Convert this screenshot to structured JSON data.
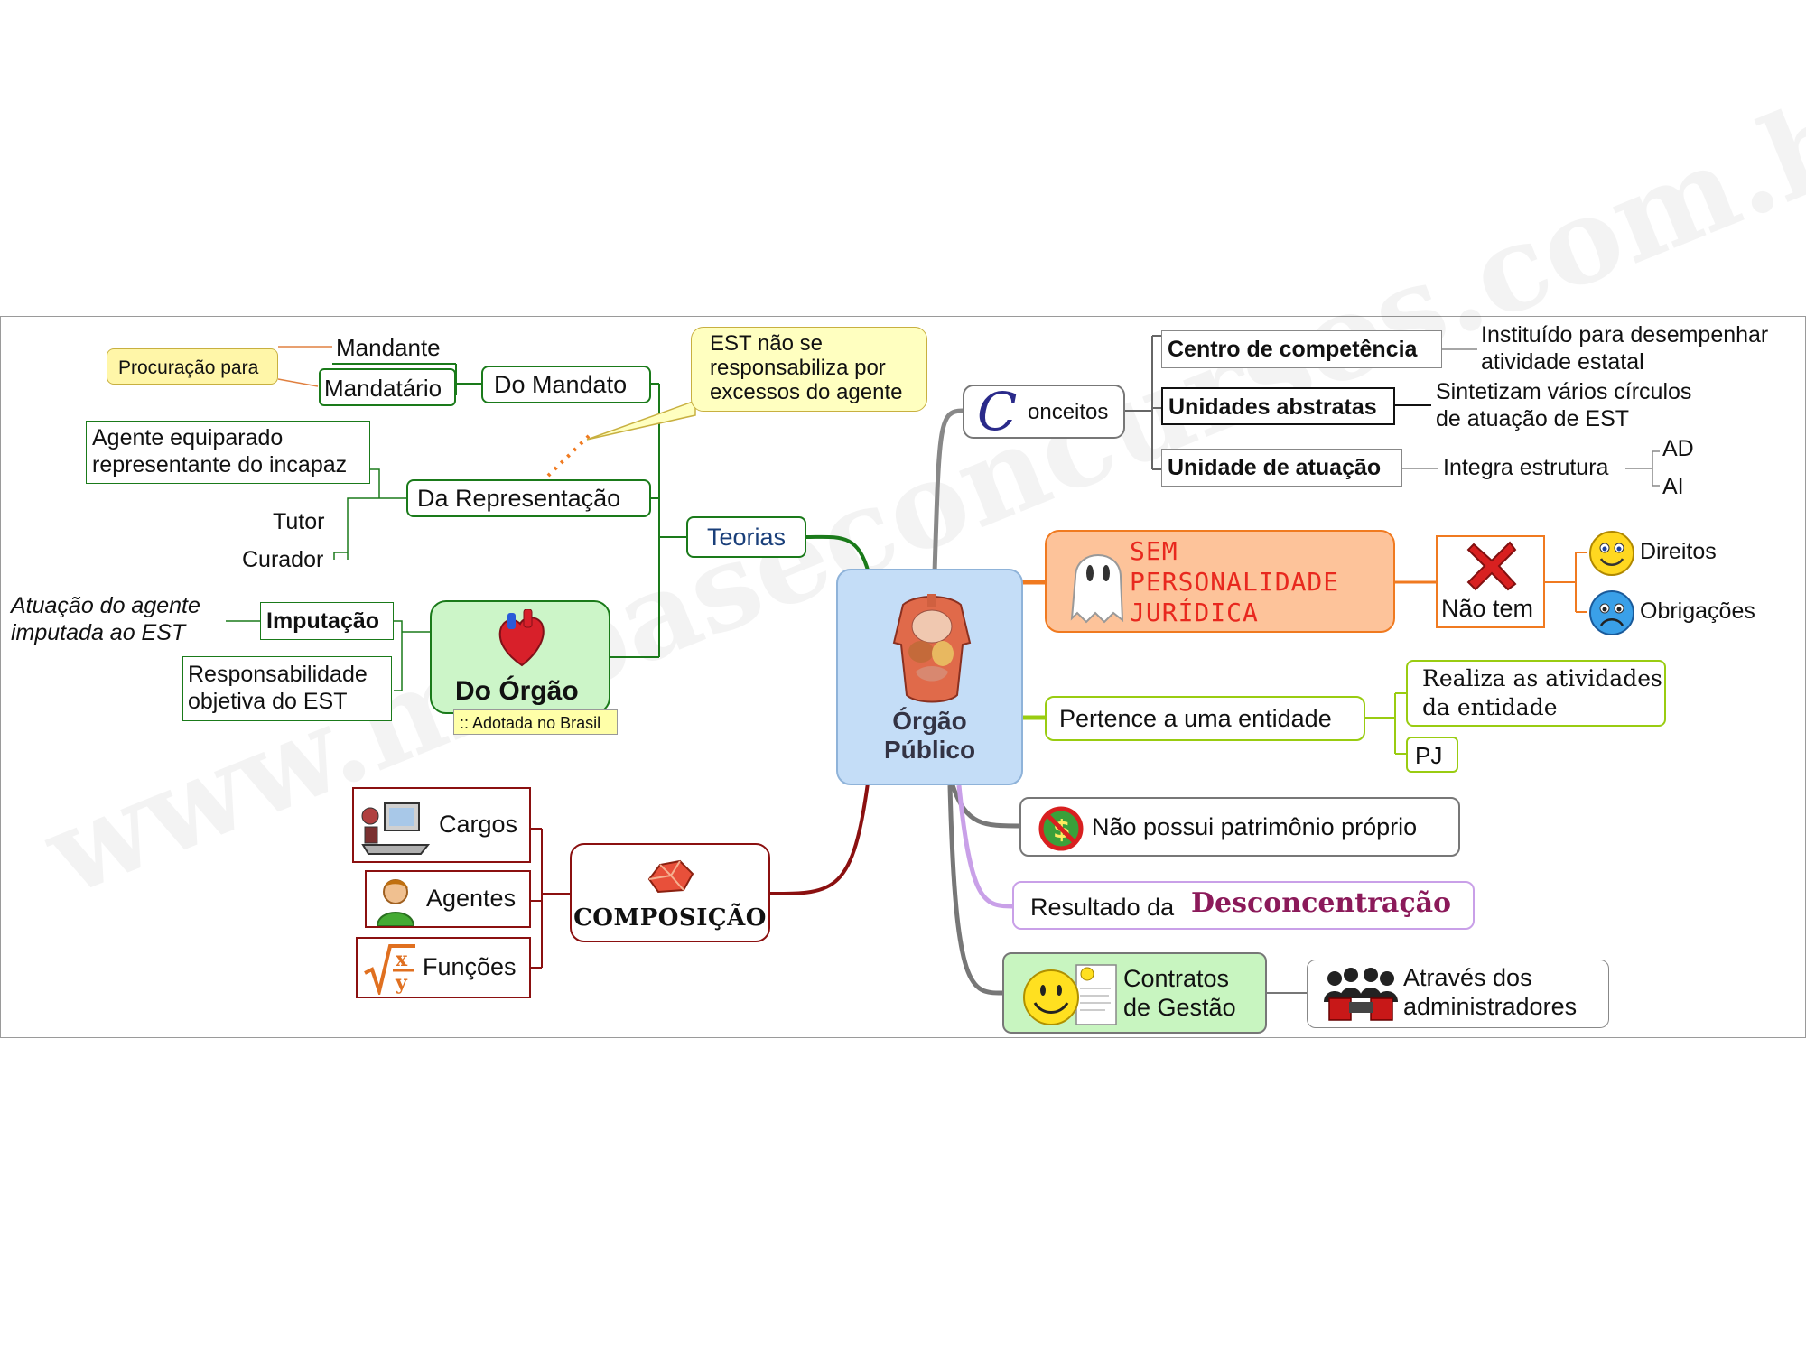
{
  "watermark": "www.mapaseconcursos.com.br",
  "central": {
    "line1": "Órgão",
    "line2": "Público",
    "icon": "human-organs-icon"
  },
  "teorias": {
    "label": "Teorias",
    "mandato": {
      "label": "Do Mandato",
      "mandante": "Mandante",
      "mandatario": "Mandatário",
      "procuracao": "Procuração para"
    },
    "representacao": {
      "label": "Da Representação",
      "agente_line1": "Agente equiparado",
      "agente_line2": "representante do incapaz",
      "tutor": "Tutor",
      "curador": "Curador"
    },
    "callout": {
      "line1": "EST não se",
      "line2": "responsabiliza por",
      "line3": "excessos do agente"
    },
    "orgao": {
      "label": "Do Órgão",
      "note": ":: Adotada no Brasil",
      "icon": "heart-icon",
      "imputacao": "Imputação",
      "atuacao_line1": "Atuação do agente",
      "atuacao_line2": "imputada ao EST",
      "resp_line1": "Responsabilidade",
      "resp_line2": "objetiva do EST"
    }
  },
  "composicao": {
    "label": "COMPOSIÇÃO",
    "icon": "gems-icon",
    "items": [
      {
        "label": "Cargos",
        "icon": "office-desk-icon"
      },
      {
        "label": "Agentes",
        "icon": "person-icon"
      },
      {
        "label": "Funções",
        "icon": "math-function-icon"
      }
    ]
  },
  "conceitos": {
    "letter": "C",
    "label": "onceitos",
    "centro": {
      "label": "Centro de competência",
      "desc1": "Instituído para desempenhar",
      "desc2": "atividade estatal"
    },
    "unidades": {
      "label": "Unidades abstratas",
      "desc1": "Sintetizam vários círculos",
      "desc2": "de atuação de EST"
    },
    "unidade": {
      "label": "Unidade de atuação",
      "desc": "Integra estrutura",
      "ad": "AD",
      "ai": "AI"
    }
  },
  "sem_pj": {
    "line1": "SEM",
    "line2": "PERSONALIDADE",
    "line3": "JURÍDICA",
    "icon": "ghost-icon",
    "nao_tem": "Não tem",
    "direitos": "Direitos",
    "obrigacoes": "Obrigações"
  },
  "pertence": {
    "label": "Pertence a uma entidade",
    "realiza1": "Realiza as atividades",
    "realiza2": "da entidade",
    "pj": "PJ"
  },
  "patrimonio": {
    "label": "Não possui patrimônio próprio",
    "icon": "no-money-icon"
  },
  "resultado": {
    "prefix": "Resultado da",
    "emph": "Desconcentração"
  },
  "contratos": {
    "line1": "Contratos",
    "line2": "de Gestão",
    "icon": "smiley-document-icon",
    "atraves1": "Através dos",
    "atraves2": "administradores",
    "admin_icon": "group-people-icon"
  },
  "colors": {
    "teorias": "#1a7a1a",
    "composicao": "#8b1010",
    "conceitos": "#777777",
    "sem_pj": "#f07a20",
    "pertence": "#99cc11",
    "resultado": "#c9a0e8",
    "central_fill": "#c4ddf7",
    "callout_fill": "#ffffc0",
    "desconcentracao": "#8b1a5a"
  }
}
